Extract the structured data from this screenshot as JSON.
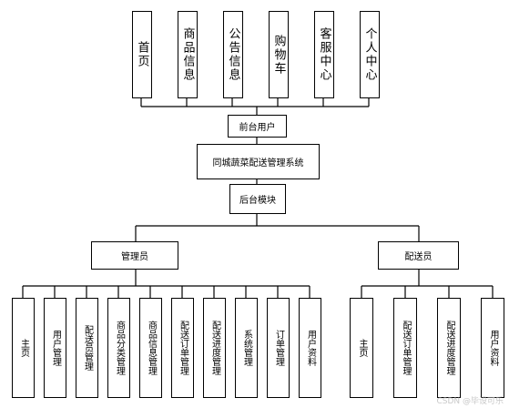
{
  "front_modules": [
    "首页",
    "商品信息",
    "公告信息",
    "购物车",
    "客服中心",
    "个人中心"
  ],
  "front_user": "前台用户",
  "system": "同城蔬菜配送管理系统",
  "backend": "后台模块",
  "admin": {
    "label": "管理员",
    "modules": [
      "主页",
      "用户管理",
      "配送员管理",
      "商品分类管理",
      "商品信息管理",
      "配送订单管理",
      "配送进度管理",
      "系统管理",
      "订单管理",
      "用户资料"
    ]
  },
  "courier": {
    "label": "配送员",
    "modules": [
      "主页",
      "配送订单管理",
      "配送进度管理",
      "用户资料"
    ]
  },
  "watermark": "CSDN @毕设可乐",
  "colors": {
    "line": "#000000",
    "box_border": "#000000",
    "background": "#ffffff"
  }
}
